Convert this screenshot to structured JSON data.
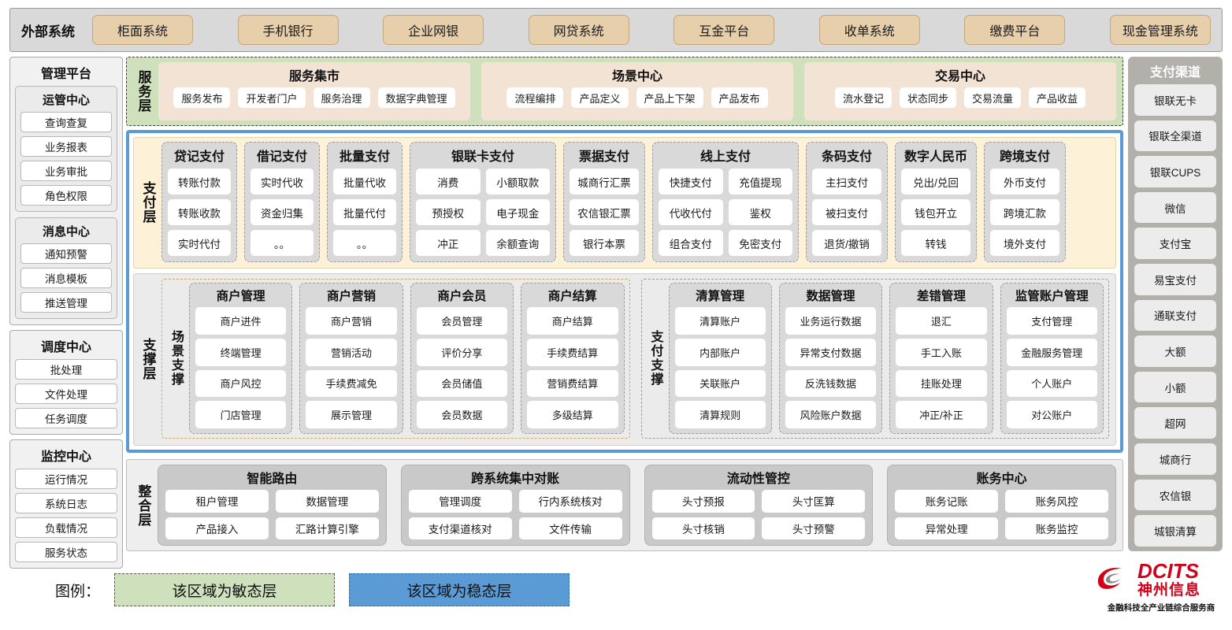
{
  "external": {
    "title": "外部系统",
    "items": [
      "柜面系统",
      "手机银行",
      "企业网银",
      "网贷系统",
      "互金平台",
      "收单系统",
      "缴费平台",
      "现金管理系统"
    ]
  },
  "management": {
    "title": "管理平台",
    "groups": [
      {
        "title": "运管中心",
        "items": [
          "查询查复",
          "业务报表",
          "业务审批",
          "角色权限"
        ]
      },
      {
        "title": "消息中心",
        "items": [
          "通知预警",
          "消息模板",
          "推送管理"
        ]
      }
    ],
    "standalone": [
      {
        "title": "调度中心",
        "items": [
          "批处理",
          "文件处理",
          "任务调度"
        ]
      },
      {
        "title": "监控中心",
        "items": [
          "运行情况",
          "系统日志",
          "负载情况",
          "服务状态"
        ]
      }
    ]
  },
  "service_layer": {
    "label": "服务层",
    "cards": [
      {
        "title": "服务集市",
        "items": [
          "服务发布",
          "开发者门户",
          "服务治理",
          "数据字典管理"
        ]
      },
      {
        "title": "场景中心",
        "items": [
          "流程编排",
          "产品定义",
          "产品上下架",
          "产品发布"
        ]
      },
      {
        "title": "交易中心",
        "items": [
          "流水登记",
          "状态同步",
          "交易流量",
          "产品收益"
        ]
      }
    ]
  },
  "payment_layer": {
    "label": "支付层",
    "columns": [
      {
        "title": "贷记支付",
        "width": 96,
        "subcols": [
          [
            "转账付款",
            "转账收款",
            "实时代付"
          ]
        ]
      },
      {
        "title": "借记支付",
        "width": 96,
        "subcols": [
          [
            "实时代收",
            "资金归集",
            "。。"
          ]
        ]
      },
      {
        "title": "批量支付",
        "width": 96,
        "subcols": [
          [
            "批量代收",
            "批量代付",
            "。。"
          ]
        ]
      },
      {
        "title": "银联卡支付",
        "width": 186,
        "subcols": [
          [
            "消费",
            "预授权",
            "冲正"
          ],
          [
            "小额取款",
            "电子现金",
            "余额查询"
          ]
        ]
      },
      {
        "title": "票据支付",
        "width": 104,
        "subcols": [
          [
            "城商行汇票",
            "农信银汇票",
            "银行本票"
          ]
        ]
      },
      {
        "title": "线上支付",
        "width": 186,
        "subcols": [
          [
            "快捷支付",
            "代收代付",
            "组合支付"
          ],
          [
            "充值提现",
            "鉴权",
            "免密支付"
          ]
        ]
      },
      {
        "title": "条码支付",
        "width": 104,
        "subcols": [
          [
            "主扫支付",
            "被扫支付",
            "退货/撤销"
          ]
        ]
      },
      {
        "title": "数字人民币",
        "width": 104,
        "subcols": [
          [
            "兑出/兑回",
            "钱包开立",
            "转钱"
          ]
        ]
      },
      {
        "title": "跨境支付",
        "width": 104,
        "subcols": [
          [
            "外币支付",
            "跨境汇款",
            "境外支付"
          ]
        ]
      }
    ]
  },
  "support_layer": {
    "label": "支撑层",
    "zones": [
      {
        "label": "场景支撑",
        "kind": "scene",
        "columns": [
          {
            "title": "商户管理",
            "items": [
              "商户进件",
              "终端管理",
              "商户风控",
              "门店管理"
            ]
          },
          {
            "title": "商户营销",
            "items": [
              "商户营销",
              "营销活动",
              "手续费减免",
              "展示管理"
            ]
          },
          {
            "title": "商户会员",
            "items": [
              "会员管理",
              "评价分享",
              "会员储值",
              "会员数据"
            ]
          },
          {
            "title": "商户结算",
            "items": [
              "商户结算",
              "手续费结算",
              "营销费结算",
              "多级结算"
            ]
          }
        ]
      },
      {
        "label": "支付支撑",
        "kind": "paysup",
        "columns": [
          {
            "title": "清算管理",
            "items": [
              "清算账户",
              "内部账户",
              "关联账户",
              "清算规则"
            ]
          },
          {
            "title": "数据管理",
            "items": [
              "业务运行数据",
              "异常支付数据",
              "反洗钱数据",
              "风险账户数据"
            ]
          },
          {
            "title": "差错管理",
            "items": [
              "退汇",
              "手工入账",
              "挂账处理",
              "冲正/补正"
            ]
          },
          {
            "title": "监管账户管理",
            "items": [
              "支付管理",
              "金融服务管理",
              "个人账户",
              "对公账户"
            ]
          }
        ]
      }
    ]
  },
  "integration_layer": {
    "label": "整合层",
    "cards": [
      {
        "title": "智能路由",
        "items": [
          "租户管理",
          "数据管理",
          "产品接入",
          "汇路计算引擎"
        ]
      },
      {
        "title": "跨系统集中对账",
        "items": [
          "管理调度",
          "行内系统核对",
          "支付渠道核对",
          "文件传输"
        ]
      },
      {
        "title": "流动性管控",
        "items": [
          "头寸预报",
          "头寸匡算",
          "头寸核销",
          "头寸预警"
        ]
      },
      {
        "title": "账务中心",
        "items": [
          "账务记账",
          "账务风控",
          "异常处理",
          "账务监控"
        ]
      }
    ]
  },
  "channels": {
    "title": "支付渠道",
    "items": [
      "银联无卡",
      "银联全渠道",
      "银联CUPS",
      "微信",
      "支付宝",
      "易宝支付",
      "通联支付",
      "大额",
      "小额",
      "超网",
      "城商行",
      "农信银",
      "城银清算"
    ]
  },
  "legend": {
    "label": "图例：",
    "agile": "该区域为敏态层",
    "stable": "该区域为稳态层"
  },
  "logo": {
    "brand_en": "DCITS",
    "brand_cn": "神州信息",
    "tagline": "金融科技全产业链综合服务商"
  },
  "colors": {
    "agile_green": "#cfe0bd",
    "stable_blue": "#5b9bd5",
    "payment_cream": "#fdf1d7",
    "external_chip": "#e8cfac",
    "brand_red": "#d0021b"
  }
}
